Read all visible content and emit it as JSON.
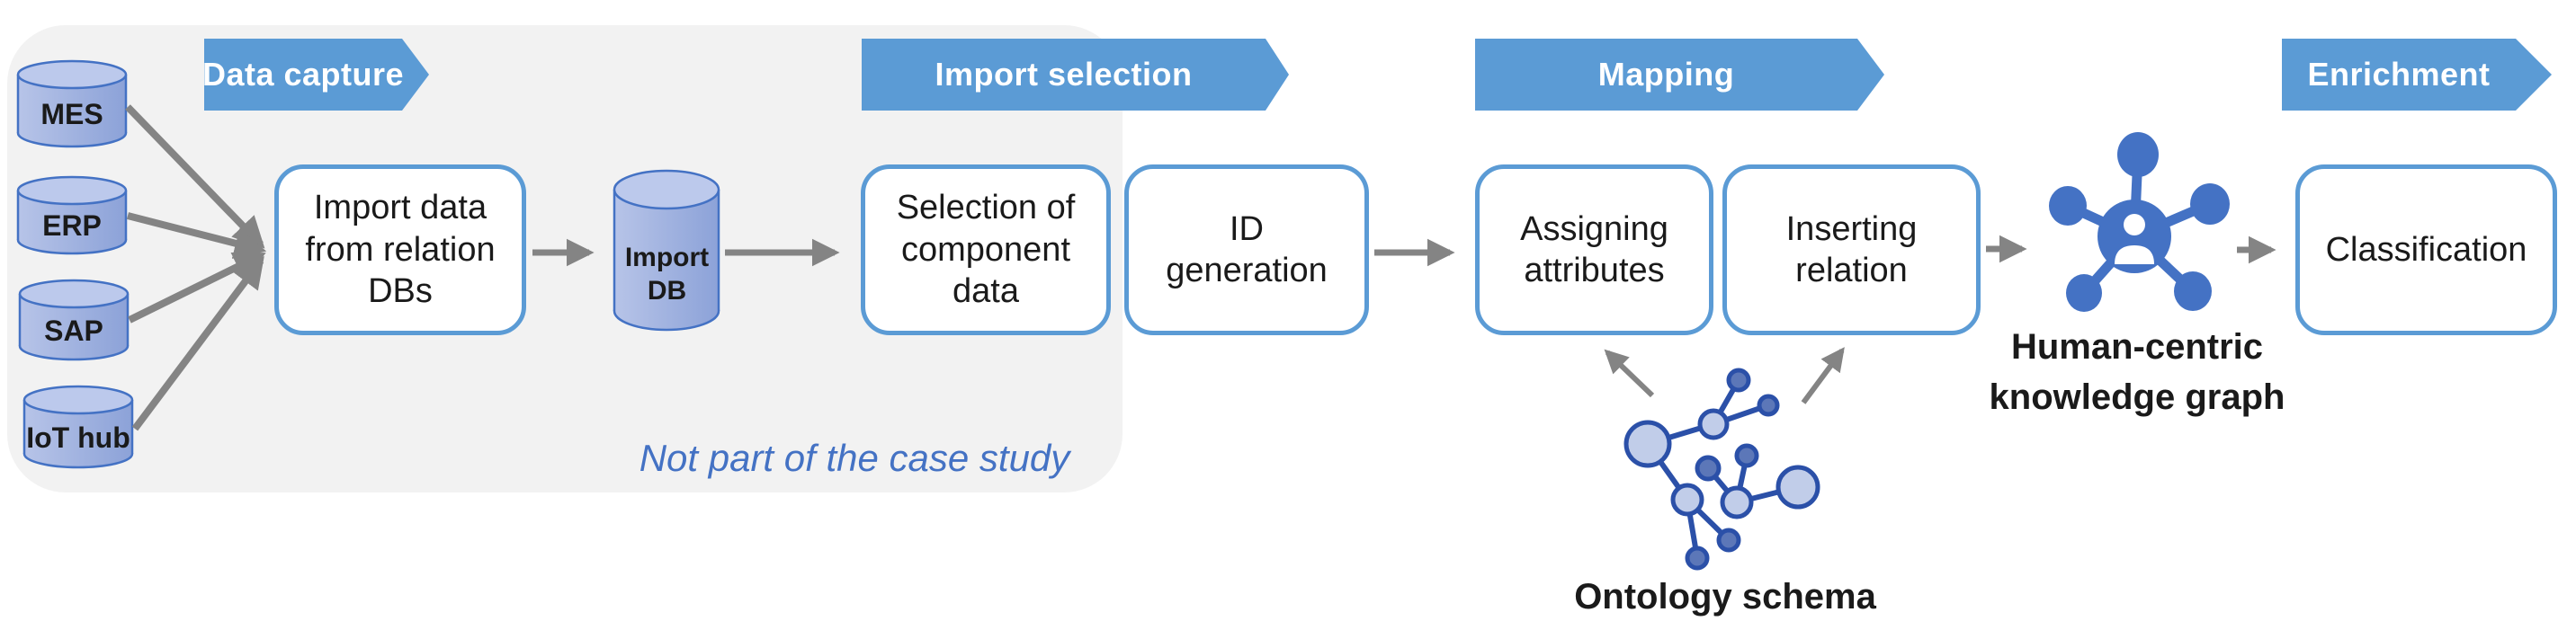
{
  "stages": [
    {
      "id": "data-capture",
      "label": "Data capture"
    },
    {
      "id": "import-selection",
      "label": "Import selection"
    },
    {
      "id": "mapping",
      "label": "Mapping"
    },
    {
      "id": "enrichment",
      "label": "Enrichment"
    }
  ],
  "sources": [
    {
      "label": "MES"
    },
    {
      "label": "ERP"
    },
    {
      "label": "SAP"
    },
    {
      "label": "IoT hub"
    }
  ],
  "process": {
    "import_data": "Import data\nfrom relation\nDBs",
    "import_db": "Import\nDB",
    "selection": "Selection of\ncomponent\ndata",
    "id_generation": "ID\ngeneration",
    "assigning": "Assigning\nattributes",
    "inserting": "Inserting\nrelation",
    "classification": "Classification"
  },
  "annotations": {
    "not_part": "Not part of the case study",
    "kg_label": "Human-centric\nknowledge graph",
    "ontology_label": "Ontology schema"
  },
  "icons": {
    "knowledge_graph": "person-network-icon",
    "ontology": "molecule-network-icon",
    "sources": "database-cylinder-icon",
    "import_db": "database-cylinder-icon"
  },
  "colors": {
    "banner-blue": "#5B9BD5",
    "box-border": "#5B9BD5",
    "arrow-gray": "#848484",
    "note-blue": "#4472C4",
    "kg-blue": "#4472C4",
    "onto-stroke": "#2B50A8",
    "onto-node-light": "#C1CDE9",
    "onto-node-dark": "#5C77B8",
    "bg-gray": "#F2F2F2",
    "cyl-stroke": "#4472C4",
    "cyl-body-a": "#B7C4E8",
    "cyl-body-b": "#8CA2D8",
    "cyl-top": "#BCC9EC"
  }
}
